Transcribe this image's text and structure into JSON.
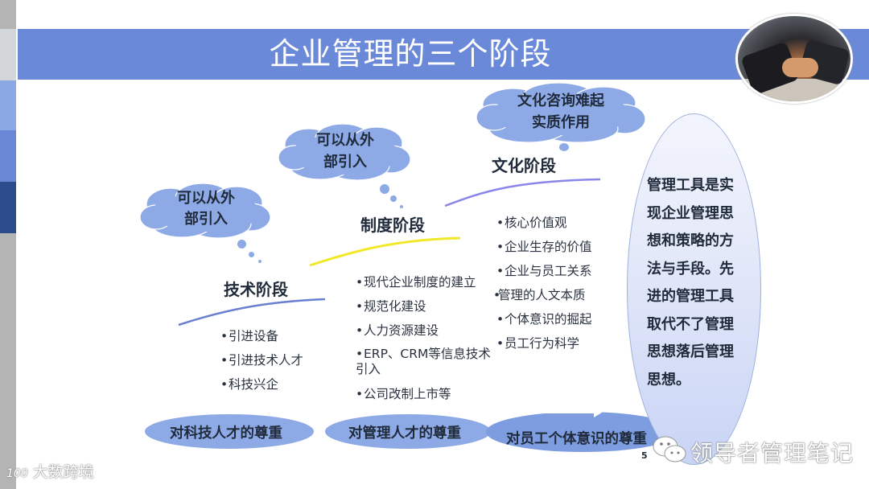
{
  "slide": {
    "title": "企业管理的三个阶段",
    "page_number": "5"
  },
  "colors": {
    "title_bar": "#6b89d9",
    "cloud_fill": "#8eaae6",
    "tech_curve": "#6a7fd0",
    "system_curve": "#f2e82a",
    "culture_curve": "#8a85e8",
    "text_dark": "#1f2a3a"
  },
  "clouds": [
    {
      "id": "tech",
      "line1": "可以从外",
      "line2": "部引入"
    },
    {
      "id": "system",
      "line1": "可以从外",
      "line2": "部引入"
    },
    {
      "id": "culture",
      "line1": "文化咨询难起",
      "line2": "实质作用"
    }
  ],
  "stages": [
    {
      "title": "技术阶段",
      "bullets": [
        "引进设备",
        "引进技术人才",
        "科技兴企"
      ],
      "respect": "对科技人才的尊重"
    },
    {
      "title": "制度阶段",
      "bullets": [
        "现代企业制度的建立",
        "规范化建设",
        "人力资源建设",
        "ERP、CRM等信息技术引入",
        "公司改制上市等"
      ],
      "respect": "对管理人才的尊重"
    },
    {
      "title": "文化阶段",
      "bullets": [
        "核心价值观",
        "企业生存的价值",
        "企业与员工关系",
        "管理的人文本质",
        "个体意识的掘起",
        "员工行为科学"
      ],
      "respect": "对员工个体意识的尊重"
    }
  ],
  "side_note": "管理工具是实现企业管理思想和策略的方法与手段。先进的管理工具取代不了管理思想落后管理思想。",
  "watermarks": {
    "left": "大数跨境",
    "left_logo": "100",
    "right": "领导者管理笔记"
  }
}
